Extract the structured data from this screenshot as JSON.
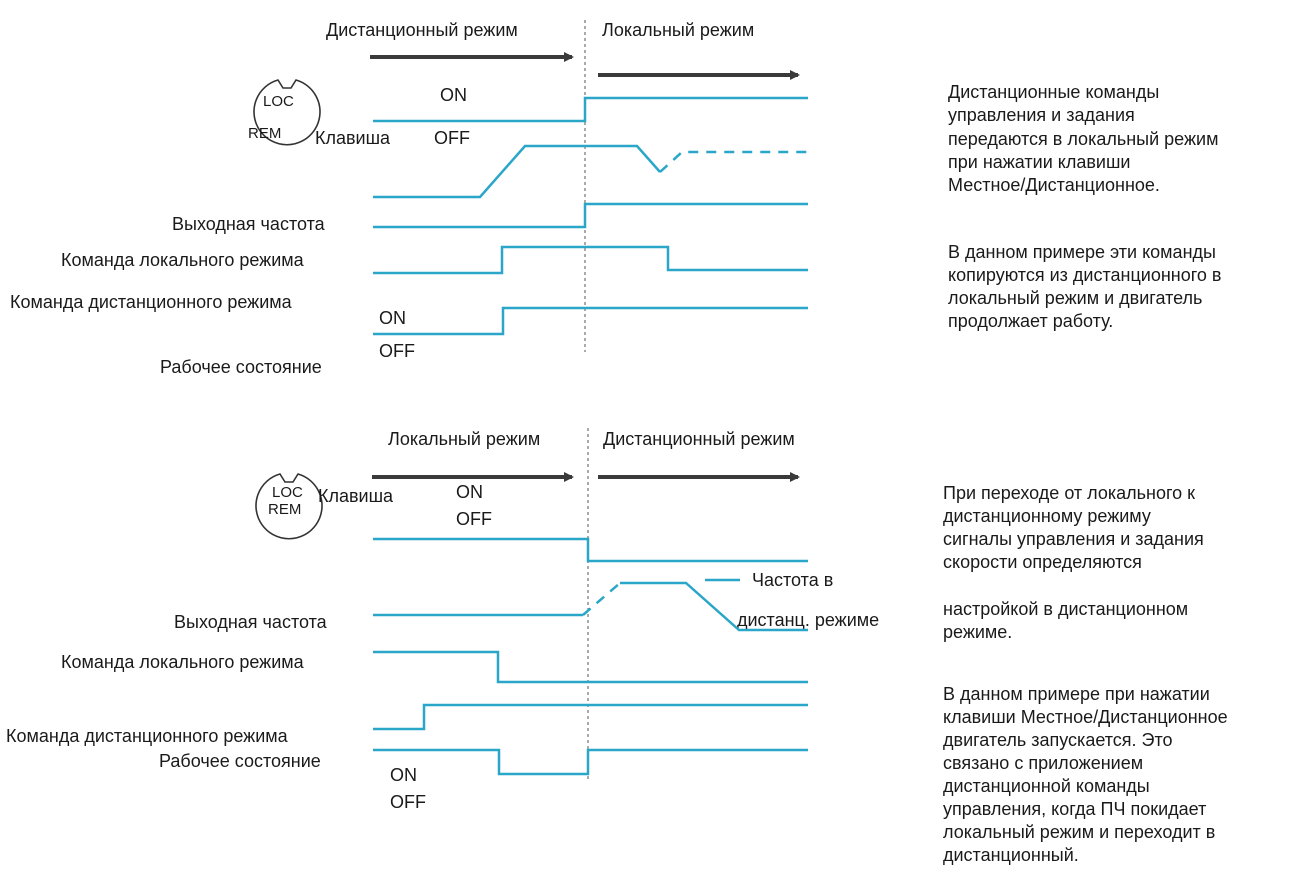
{
  "top": {
    "mode_left": "Дистанционный режим",
    "mode_right": "Локальный режим",
    "key_icon_loc": "LOC",
    "key_icon_rem": "REM",
    "key_label": "Клавиша",
    "key_on": "ON",
    "key_off": "OFF",
    "output_freq": "Выходная частота",
    "local_cmd": "Команда локального режима",
    "remote_cmd": "Команда дистанционного режима",
    "run_on": "ON",
    "run_off": "OFF",
    "run_state": "Рабочее состояние",
    "note_1a": "Дистанционные команды",
    "note_1b": "управления и задания",
    "note_2a": "передаются в локальный режим",
    "note_2b": "при нажатии клавиши",
    "note_2c": "Местное/Дистанционное.",
    "note_3a": "В данном примере эти команды",
    "note_3b": "копируются из дистанционного в",
    "note_3c": "локальный режим и двигатель",
    "note_3d": "продолжает работу."
  },
  "bottom": {
    "mode_left": "Локальный режим",
    "mode_right": "Дистанционный режим",
    "key_icon_loc": "LOC",
    "key_icon_rem": "REM",
    "key_label": "Клавиша",
    "key_on": "ON",
    "key_off": "OFF",
    "freq_legend_1": "Частота в",
    "freq_legend_2": "дистанц. режиме",
    "output_freq": "Выходная частота",
    "local_cmd": "Команда локального режима",
    "remote_cmd": "Команда дистанционного режима",
    "run_state": "Рабочее состояние",
    "run_on": "ON",
    "run_off": "OFF",
    "note_1a": "При переходе от локального к",
    "note_1b": "дистанционному режиму",
    "note_1c": "сигналы управления и задания",
    "note_1d": "скорости определяются",
    "note_2a": "настройкой в дистанционном",
    "note_2b": "режиме.",
    "note_3a": "В данном примере при нажатии",
    "note_3b": "клавиши Местное/Дистанционное",
    "note_3c": "двигатель запускается. Это",
    "note_3d": "связано с приложением",
    "note_3e": "дистанционной команды",
    "note_3f": "управления, когда ПЧ покидает",
    "note_3g": "локальный режим и переходит в",
    "note_3h": "дистанционный."
  },
  "colors": {
    "signal": "#2aa6c8",
    "arrow": "#3a3a3a"
  }
}
